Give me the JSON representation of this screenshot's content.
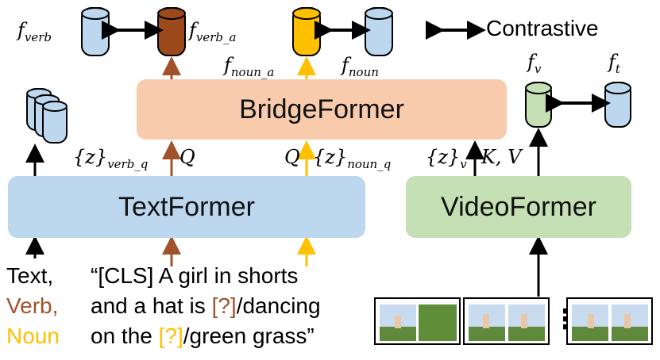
{
  "modules": {
    "bridgeformer": "BridgeFormer",
    "textformer": "TextFormer",
    "videoformer": "VideoFormer"
  },
  "legend": {
    "contrastive": "Contrastive"
  },
  "features": {
    "f_verb": {
      "base": "f",
      "sub": "verb"
    },
    "f_verb_a": {
      "base": "f",
      "sub": "verb_a"
    },
    "f_noun_a": {
      "base": "f",
      "sub": "noun_a"
    },
    "f_noun": {
      "base": "f",
      "sub": "noun"
    },
    "f_v": {
      "base": "f",
      "sub": "v"
    },
    "f_t": {
      "base": "f",
      "sub": "t"
    }
  },
  "tokens": {
    "z_verb_q": {
      "base": "{z}",
      "sub": "verb_q"
    },
    "q_left": "Q",
    "q_right": "Q",
    "z_noun_q": {
      "base": "{z}",
      "sub": "noun_q"
    },
    "z_v": {
      "base": "{z}",
      "sub": "v"
    },
    "kv": "K, V"
  },
  "inputs": {
    "legend_text": "Text,",
    "legend_verb": "Verb,",
    "legend_noun": "Noun",
    "sentence_line1": "“[CLS] A girl in shorts",
    "sentence_line2_pre": "and a hat is ",
    "sentence_line2_mask": "[?]",
    "sentence_line2_post": "/dancing",
    "sentence_line3_pre": "on the ",
    "sentence_line3_mask": "[?]",
    "sentence_line3_post": "/green grass”",
    "frames_ellipsis": "⋮"
  },
  "colors": {
    "blue": "#bdd7ee",
    "bridge": "#f8cbad",
    "green": "#c5e0b4",
    "brown": "#a0522d",
    "verb_cylinder": "#9c4a1c",
    "gold": "#ffc000",
    "text_brown": "#a0522d",
    "text_gold": "#ffc000"
  }
}
